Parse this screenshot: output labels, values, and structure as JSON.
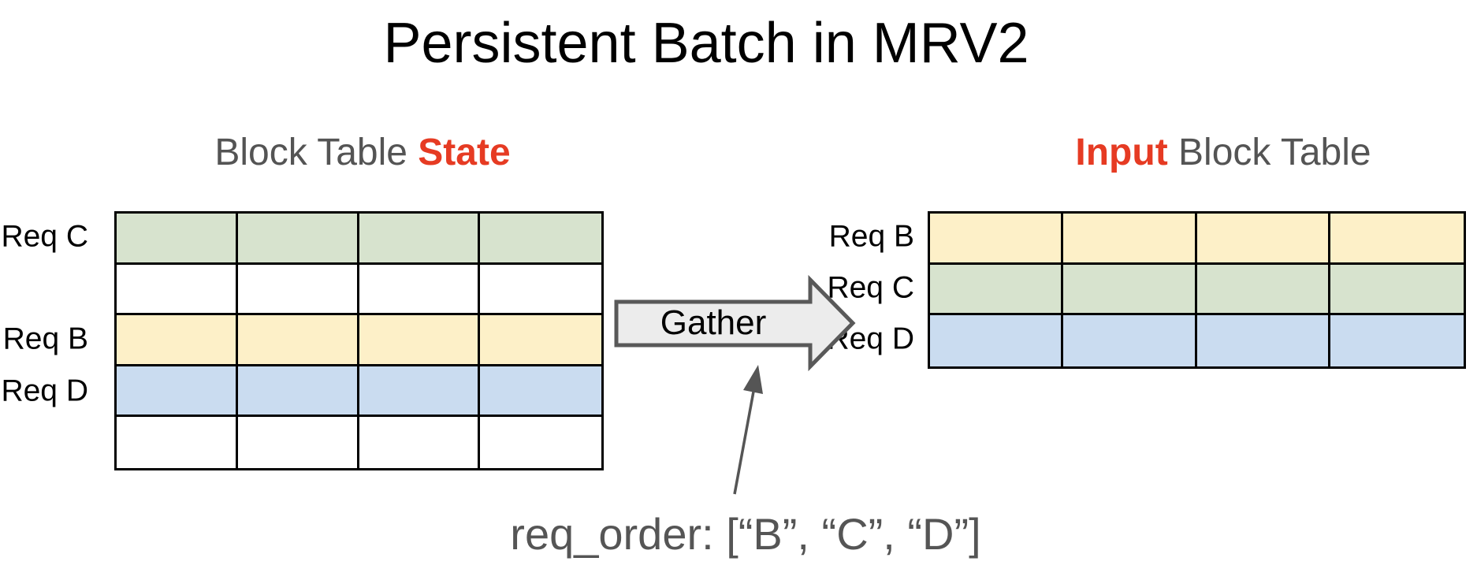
{
  "title": "Persistent Batch in MRV2",
  "colors": {
    "green": "#d7e3ce",
    "yellow": "#fdf0c8",
    "blue": "#cadcf0",
    "white": "#ffffff",
    "red": "#e63b23",
    "heading_gray": "#545454",
    "arrow_fill": "#ececec",
    "arrow_stroke": "#595959",
    "annotation_gray": "#555555",
    "table_border": "#000000"
  },
  "left_table": {
    "heading_prefix": "Block Table ",
    "heading_highlight": "State",
    "columns": 4,
    "rows": [
      {
        "label": "Req C",
        "color": "green"
      },
      {
        "label": "",
        "color": "white"
      },
      {
        "label": "Req B",
        "color": "yellow"
      },
      {
        "label": "Req D",
        "color": "blue"
      },
      {
        "label": "",
        "color": "white"
      }
    ]
  },
  "right_table": {
    "heading_highlight": "Input",
    "heading_suffix": " Block Table",
    "columns": 4,
    "rows": [
      {
        "label": "Req B",
        "color": "yellow"
      },
      {
        "label": "Req C",
        "color": "green"
      },
      {
        "label": "Req D",
        "color": "blue"
      }
    ]
  },
  "gather": {
    "label": "Gather"
  },
  "annotation": {
    "text": "req_order: [“B”, “C”, “D”]"
  }
}
